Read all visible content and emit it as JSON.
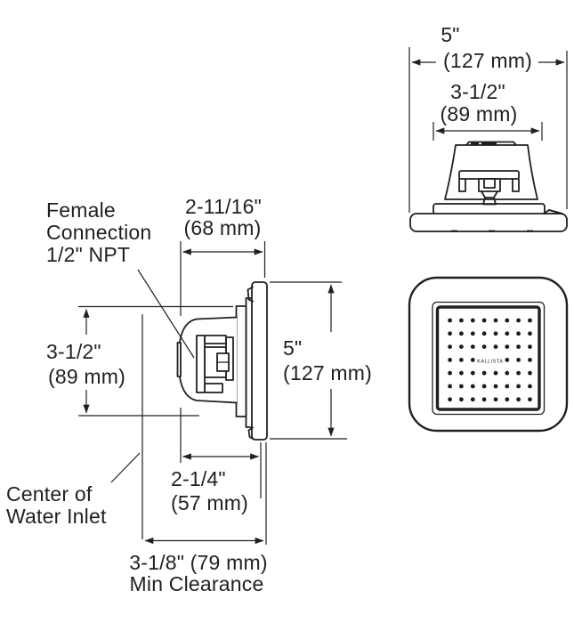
{
  "drawing_type": "Wall-mount body spray technical dimension drawing",
  "colors": {
    "line": "#231f20",
    "background": "#ffffff"
  },
  "dims": {
    "plate_width": {
      "in": "5\"",
      "mm": "(127 mm)"
    },
    "face_width": {
      "in": "3-1/2\"",
      "mm": "(89 mm)"
    },
    "depth": {
      "in": "2-11/16\"",
      "mm": "(68 mm)"
    },
    "face_height": {
      "in": "3-1/2\"",
      "mm": "(89 mm)"
    },
    "plate_height": {
      "in": "5\"",
      "mm": "(127 mm)"
    },
    "inlet_setback": {
      "in": "2-1/4\"",
      "mm": "(57 mm)"
    },
    "min_clearance": {
      "value": "3-1/8\" (79 mm)",
      "label": "Min Clearance"
    }
  },
  "labels": {
    "female_connection": [
      "Female",
      "Connection",
      "1/2\" NPT"
    ],
    "center_water_inlet": [
      "Center of",
      "Water Inlet"
    ]
  },
  "front_view": {
    "brand": "KALLISTA",
    "grid": {
      "rows": 7,
      "cols": 8,
      "brand_row": 3,
      "skip_cols": [
        3,
        4
      ]
    }
  }
}
